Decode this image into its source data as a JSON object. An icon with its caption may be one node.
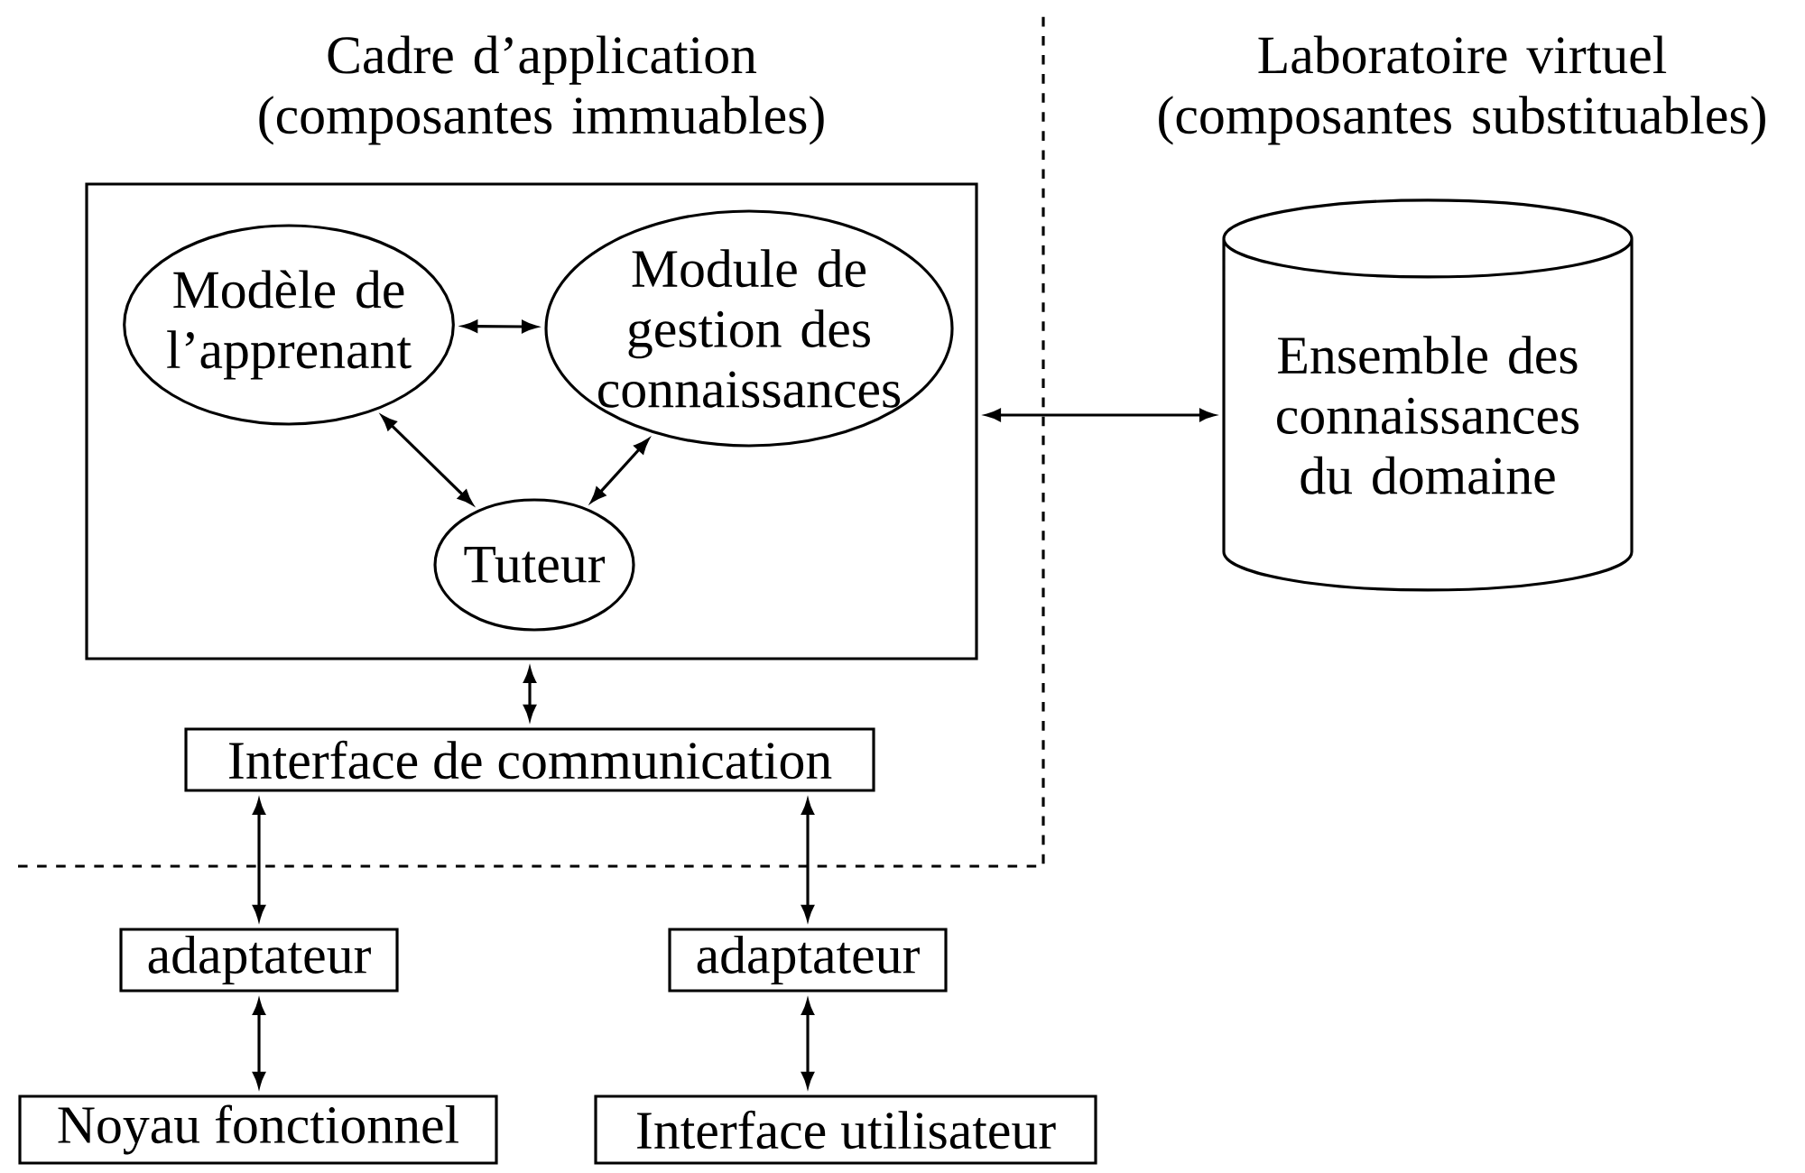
{
  "diagram": {
    "nodes": [
      {
        "text": [],
        "shape": "box"
      },
      {
        "text": [
          "Modèle de l’apprenant"
        ],
        "in": 0
      },
      {
        "text": [
          "Module de gestion des connaissances"
        ],
        "in": 0
      },
      {
        "text": [
          "Tuteur"
        ],
        "in": 0
      },
      {
        "text": [
          "Ensemble des connaissances du domaine"
        ]
      },
      {
        "text": [
          "Interface de communication"
        ]
      },
      {
        "text": [
          "adaptateur"
        ]
      },
      {
        "text": [
          "adaptateur"
        ]
      },
      {
        "text": [
          "Noyau fonctionnel"
        ]
      },
      {
        "text": [
          "Interface utilisateur"
        ]
      }
    ],
    "edges": [
      {
        "from": 1,
        "to": 2,
        "arrow": "both"
      },
      {
        "from": 1,
        "to": 3,
        "arrow": "both"
      },
      {
        "from": 2,
        "to": 3,
        "arrow": "both"
      },
      {
        "from": 0,
        "to": 4,
        "arrow": "both"
      },
      {
        "from": 0,
        "to": 5,
        "arrow": "both"
      },
      {
        "from": 5,
        "to": 6,
        "arrow": "both"
      },
      {
        "from": 5,
        "to": 7,
        "arrow": "both"
      },
      {
        "from": 6,
        "to": 8,
        "arrow": "both"
      },
      {
        "from": 7,
        "to": 9,
        "arrow": "both"
      }
    ],
    "labels": [
      "Cadre d’application (composantes immuables)",
      "Laboratoire virtuel (composantes substituables)"
    ]
  }
}
